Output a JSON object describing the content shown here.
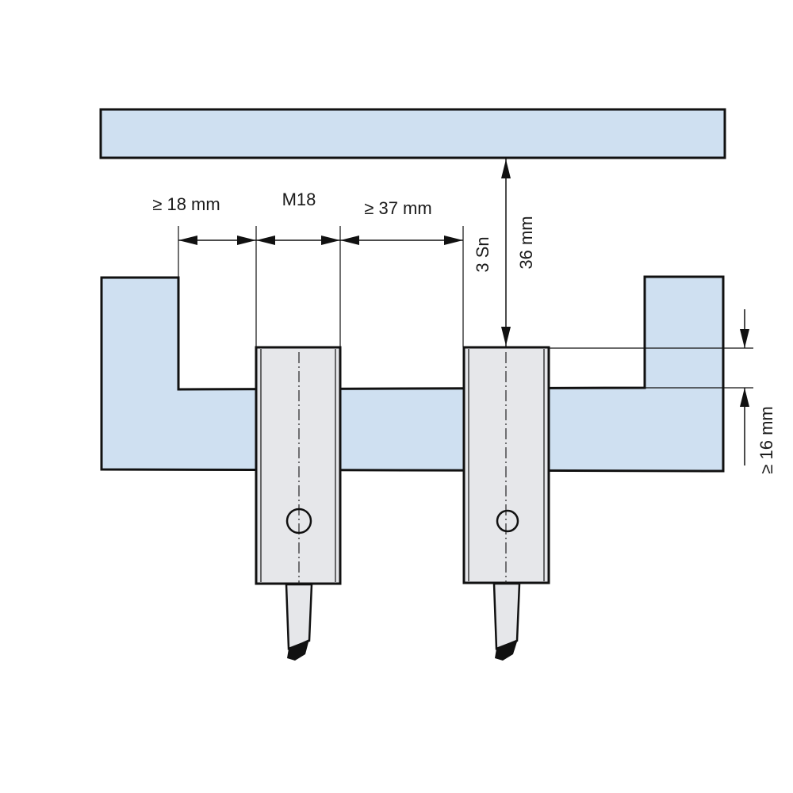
{
  "labels": {
    "gap_left": "≥ 18 mm",
    "thread": "M18",
    "spacing": "≥ 37 mm",
    "sn": "3 Sn",
    "distance": "36 mm",
    "depth": "≥ 16 mm"
  },
  "colors": {
    "part_fill": "#cfe0f1",
    "sensor_fill": "#e6e7ea",
    "line": "#111111"
  }
}
